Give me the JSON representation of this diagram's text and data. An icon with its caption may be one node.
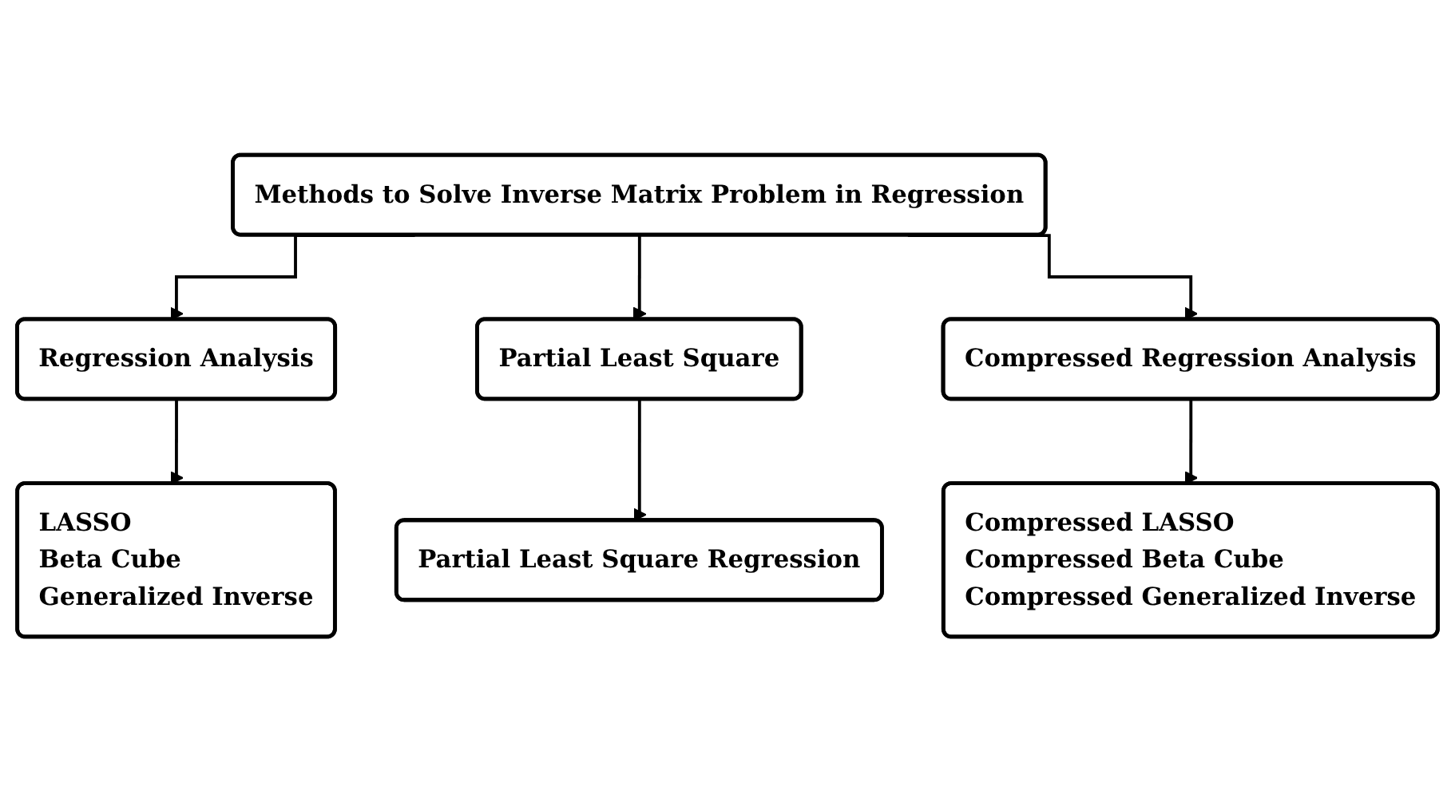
{
  "diagram": {
    "nodes": [
      {
        "text": [
          "Methods to Solve Inverse Matrix Problem in Regression"
        ]
      },
      {
        "text": [
          "Regression Analysis"
        ]
      },
      {
        "text": [
          "Partial Least Square"
        ]
      },
      {
        "text": [
          "Compressed Regression Analysis"
        ]
      },
      {
        "text": [
          "LASSO",
          "Beta Cube",
          "Generalized Inverse"
        ]
      },
      {
        "text": [
          "Partial Least Square Regression"
        ]
      },
      {
        "text": [
          "Compressed LASSO",
          "Compressed Beta Cube",
          "Compressed Generalized Inverse"
        ]
      }
    ],
    "edges": [
      {
        "from": 0,
        "to": 1,
        "arrow": "to"
      },
      {
        "from": 0,
        "to": 2,
        "arrow": "to"
      },
      {
        "from": 0,
        "to": 3,
        "arrow": "to"
      },
      {
        "from": 1,
        "to": 4,
        "arrow": "to"
      },
      {
        "from": 2,
        "to": 5,
        "arrow": "to"
      },
      {
        "from": 3,
        "to": 6,
        "arrow": "to"
      }
    ]
  }
}
